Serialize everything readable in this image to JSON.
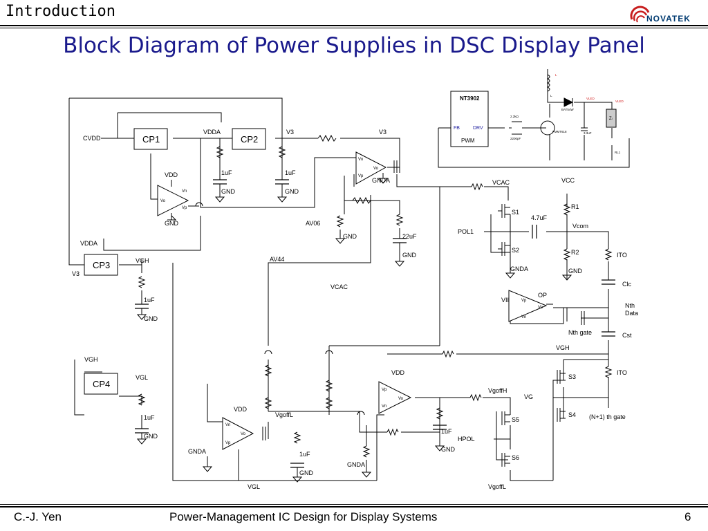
{
  "header": {
    "section": "Introduction",
    "logo_text": "NOVATEK",
    "title": "Block Diagram of Power Supplies in DSC Display Panel"
  },
  "footer": {
    "author": "C.-J. Yen",
    "course": "Power-Management IC Design for Display Systems",
    "page": "6"
  },
  "blocks": {
    "cp1": "CP1",
    "cp2": "CP2",
    "cp3": "CP3",
    "cp4": "CP4",
    "nt3902": "NT3902",
    "fb": "FB",
    "drv": "DRV",
    "pwm": "PWM"
  },
  "nets": {
    "cvdd": "CVDD",
    "vdda": "VDDA",
    "v3": "V3",
    "vdda2": "VDDA",
    "v3_left": "V3",
    "vdd1": "VDD",
    "gnd": "GND",
    "gnda": "GNDA",
    "av06": "AV06",
    "av44": "AV44",
    "vcac": "VCAC",
    "vcac2": "VCAC",
    "vcc": "VCC",
    "vcom": "Vcom",
    "pol1": "POL1",
    "vgh": "VGH",
    "vgl": "VGL",
    "vgoffl": "VgoffL",
    "vgoffh": "VgoffH",
    "hpol": "HPOL",
    "vg": "VG",
    "op": "OP",
    "vii": "VII",
    "nth_gate": "Nth gate",
    "nth_data": "Nth",
    "data": "Data",
    "n1_gate": "(N+1) th gate",
    "ito": "ITO",
    "clc": "Clc",
    "cst": "Cst",
    "vdd": "VDD"
  },
  "components": {
    "cap_1uf": "1uF",
    "cap_22uf": "22uF",
    "cap_47uf": "4.7uF",
    "r1": "R1",
    "r2": "R2",
    "s1": "S1",
    "s2": "S2",
    "s3": "S3",
    "s4": "S4",
    "s5": "S5",
    "s6": "S6",
    "vn": "Vn",
    "vp": "Vp",
    "vo": "Vo"
  },
  "inset_labels": {
    "l": "L",
    "diode": "BAT54W",
    "vled": "VLED",
    "vled2": "VLED",
    "zl": "Zₗ",
    "r_a": "2.2kΩ",
    "c_a": "2200pF",
    "q": "FMMT618",
    "c_b": "3.3uF",
    "rl": "RL1"
  }
}
